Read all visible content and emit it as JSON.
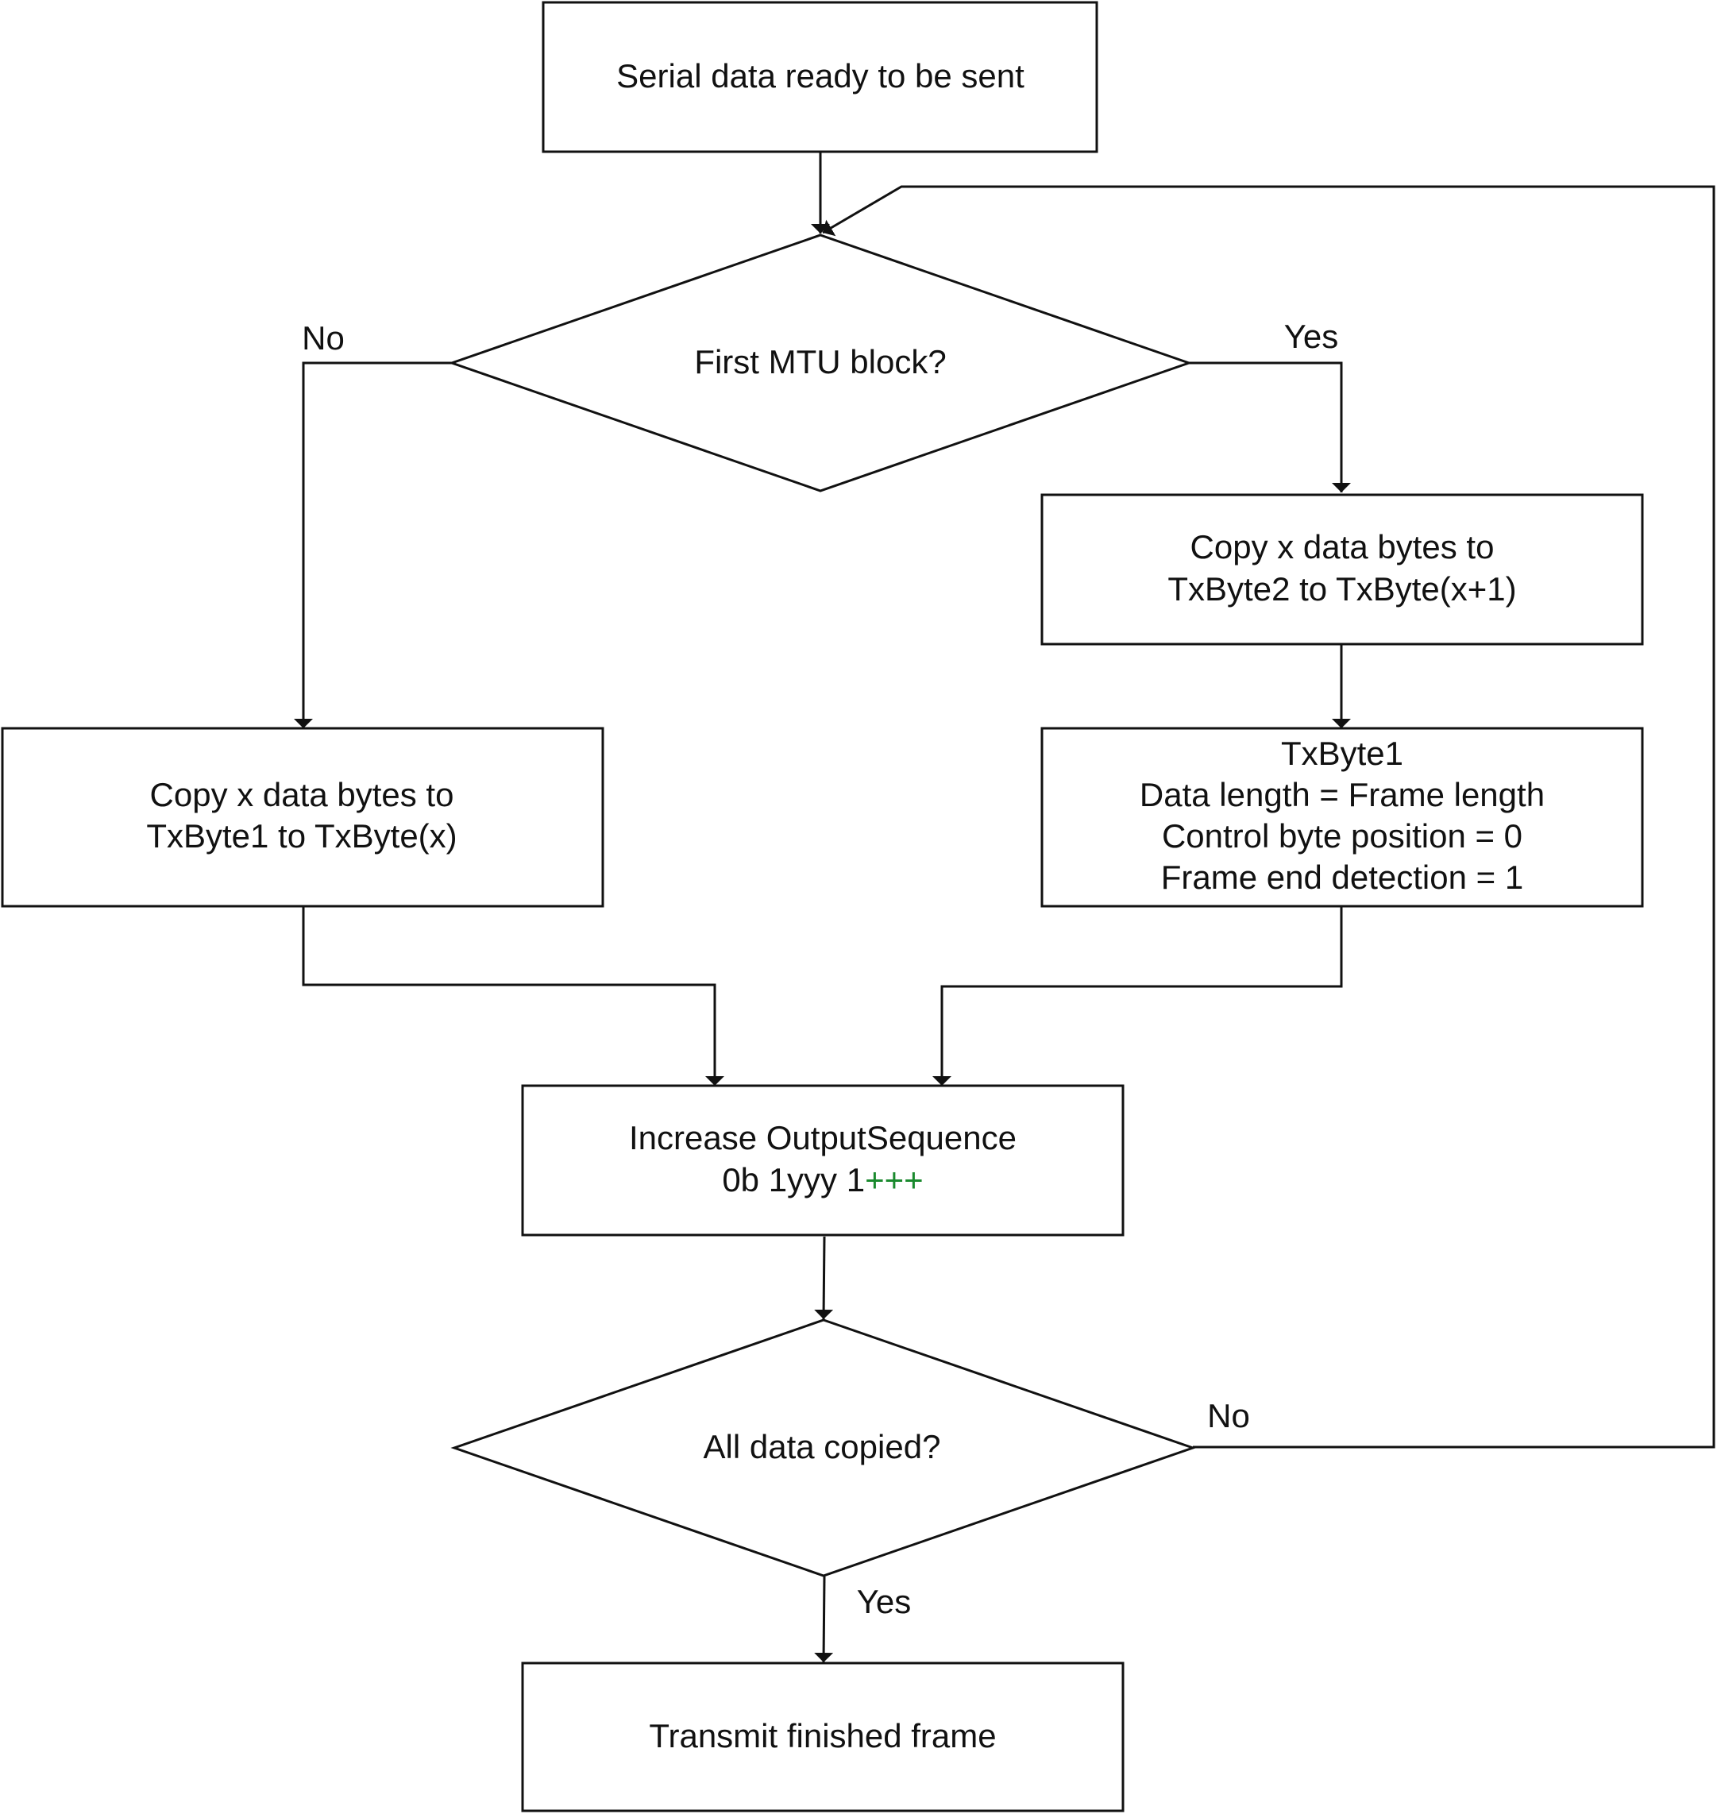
{
  "colors": {
    "stroke": "#111111",
    "text": "#111111",
    "highlight": "#1a8a2e",
    "background": "#ffffff"
  },
  "nodes": {
    "start": {
      "lines": [
        "Serial data ready to be sent"
      ]
    },
    "first_mtu": {
      "lines": [
        "First MTU block?"
      ]
    },
    "copy_yes": {
      "lines": [
        "Copy x data bytes to",
        "TxByte2 to TxByte(x+1)"
      ]
    },
    "txbyte1": {
      "lines": [
        "TxByte1",
        "Data length = Frame length",
        "Control byte position = 0",
        "Frame end detection = 1"
      ]
    },
    "copy_no": {
      "lines": [
        "Copy x data bytes to",
        "TxByte1 to TxByte(x)"
      ]
    },
    "increase": {
      "line1": "Increase OutputSequence",
      "line2_plain": "0b 1yyy 1",
      "line2_highlight": "+++"
    },
    "all_copied": {
      "lines": [
        "All data copied?"
      ]
    },
    "transmit": {
      "lines": [
        "Transmit finished frame"
      ]
    }
  },
  "edge_labels": {
    "first_no": "No",
    "first_yes": "Yes",
    "all_no": "No",
    "all_yes": "Yes"
  }
}
